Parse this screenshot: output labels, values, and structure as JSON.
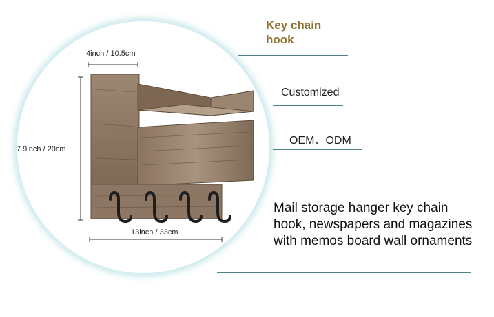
{
  "dimensions": {
    "width": "4inch / 10.5cm",
    "height": "7.9inch / 20cm",
    "length": "13inch / 33cm"
  },
  "callouts": {
    "title_line1": "Key chain",
    "title_line2": "hook",
    "customized": "Customized",
    "oem": "OEM、ODM"
  },
  "description": "Mail storage hanger key chain hook, newspapers and magazines with memos board wall ornaments",
  "colors": {
    "title": "#8d7230",
    "rule": "#4e7e86",
    "circle_border": "#d6eef0"
  }
}
